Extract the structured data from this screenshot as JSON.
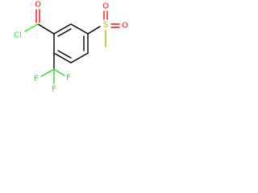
{
  "molecule": {
    "atoms": {
      "chlorine": "Cl",
      "carbonyl_oxygen": "O",
      "sulfur": "S",
      "sulfonyl_oxygen_top": "O",
      "sulfonyl_oxygen_bottom": "O",
      "fluorine_top": "F",
      "fluorine_left": "F",
      "fluorine_bottom": "F"
    },
    "colors": {
      "bond": "#000000",
      "oxygen": "#ff0d0d",
      "sulfur": "#b2b200",
      "fluorine": "#33d633",
      "chlorine": "#1ff01f"
    }
  }
}
